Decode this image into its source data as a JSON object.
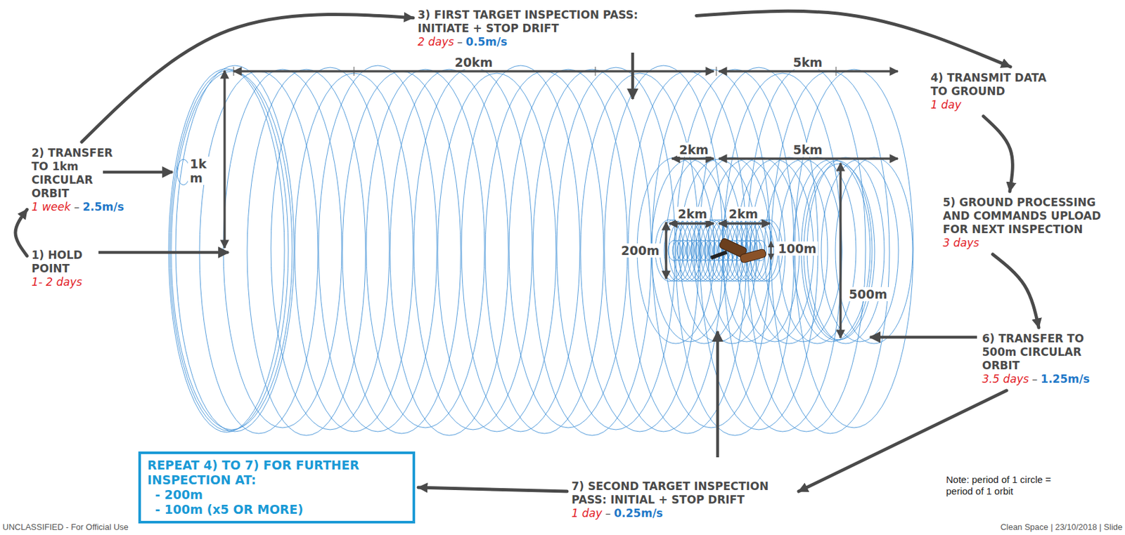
{
  "diagram": {
    "nodes": [
      {
        "text": [
          "1) HOLD POINT",
          "1- 2 days"
        ]
      },
      {
        "text": [
          "2) TRANSFER TO 1km CIRCULAR ORBIT",
          "1 week",
          "–",
          "2.5m/s"
        ]
      },
      {
        "text": [
          "3) FIRST TARGET INSPECTION PASS: INITIATE + STOP DRIFT",
          "2 days",
          "–",
          "0.5m/s"
        ]
      },
      {
        "text": [
          "4) TRANSMIT DATA TO GROUND",
          "1 day"
        ]
      },
      {
        "text": [
          "5) GROUND PROCESSING AND COMMANDS UPLOAD FOR NEXT INSPECTION",
          "3 days"
        ]
      },
      {
        "text": [
          "6) TRANSFER TO 500m CIRCULAR ORBIT",
          "3.5 days",
          "–",
          "1.25m/s"
        ]
      },
      {
        "text": [
          "7) SECOND TARGET INSPECTION PASS: INITIAL + STOP DRIFT",
          "1 day",
          "–",
          "0.25m/s"
        ]
      },
      {
        "text": [
          "REPEAT 4) TO 7) FOR FURTHER INSPECTION AT:",
          "- 200m",
          "- 100m (x5 OR MORE)"
        ]
      }
    ],
    "edges": [
      {
        "from": 0,
        "to": 1,
        "arrow": "to"
      },
      {
        "from": 1,
        "to": 2,
        "arrow": "to"
      },
      {
        "from": 2,
        "to": 3,
        "arrow": "to"
      },
      {
        "from": 3,
        "to": 4,
        "arrow": "to"
      },
      {
        "from": 4,
        "to": 5,
        "arrow": "to"
      },
      {
        "from": 5,
        "to": 6,
        "arrow": "to"
      },
      {
        "from": 6,
        "to": 7,
        "arrow": "to"
      }
    ],
    "labels": [
      "20km",
      "5km",
      "1k m",
      "2km",
      "5km",
      "2km",
      "2km",
      "100m",
      "200m",
      "500m",
      "Note: period of 1 circle = period of 1 orbit",
      "UNCLASSIFIED - For Official Use",
      "Clean Space | 23/10/2018 | Slide"
    ]
  }
}
